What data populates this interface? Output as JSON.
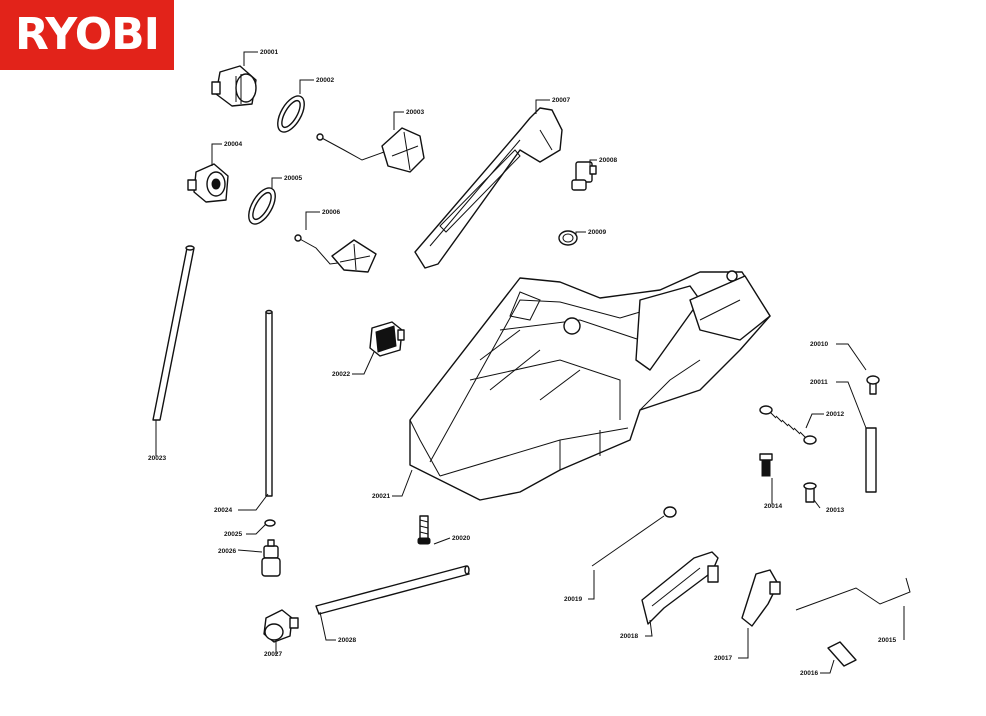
{
  "brand": {
    "logo_text": "RYOBI",
    "logo_bg": "#e2231a",
    "logo_fg": "#ffffff"
  },
  "parts": [
    {
      "id": "p20001",
      "label": "20001"
    },
    {
      "id": "p20002",
      "label": "20002"
    },
    {
      "id": "p20003",
      "label": "20003"
    },
    {
      "id": "p20004",
      "label": "20004"
    },
    {
      "id": "p20005",
      "label": "20005"
    },
    {
      "id": "p20006",
      "label": "20006"
    },
    {
      "id": "p20007",
      "label": "20007"
    },
    {
      "id": "p20008",
      "label": "20008"
    },
    {
      "id": "p20009",
      "label": "20009"
    },
    {
      "id": "p20010",
      "label": "20010"
    },
    {
      "id": "p20011",
      "label": "20011"
    },
    {
      "id": "p20012",
      "label": "20012"
    },
    {
      "id": "p20013",
      "label": "20013"
    },
    {
      "id": "p20014",
      "label": "20014"
    },
    {
      "id": "p20015",
      "label": "20015"
    },
    {
      "id": "p20016",
      "label": "20016"
    },
    {
      "id": "p20017",
      "label": "20017"
    },
    {
      "id": "p20018",
      "label": "20018"
    },
    {
      "id": "p20019",
      "label": "20019"
    },
    {
      "id": "p20020",
      "label": "20020"
    },
    {
      "id": "p20021",
      "label": "20021"
    },
    {
      "id": "p20022",
      "label": "20022"
    },
    {
      "id": "p20023",
      "label": "20023"
    },
    {
      "id": "p20024",
      "label": "20024"
    },
    {
      "id": "p20025",
      "label": "20025"
    },
    {
      "id": "p20026",
      "label": "20026"
    },
    {
      "id": "p20027",
      "label": "20027"
    },
    {
      "id": "p20028",
      "label": "20028"
    }
  ]
}
